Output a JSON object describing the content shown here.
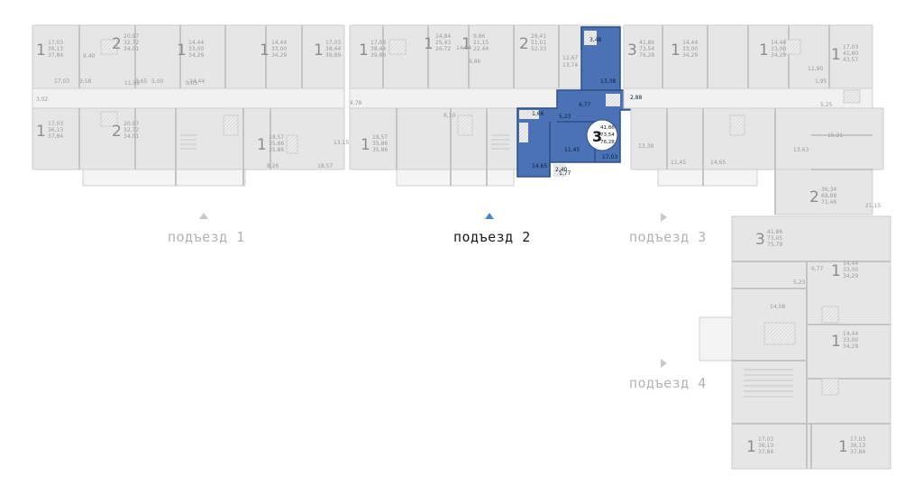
{
  "entrances": [
    {
      "label": "подъезд 1",
      "active": false
    },
    {
      "label": "подъезд 2",
      "active": true
    },
    {
      "label": "подъезд 3",
      "active": false
    },
    {
      "label": "подъезд 4",
      "active": false
    }
  ],
  "selected_apartment": {
    "rooms": "3",
    "living_area": "41,86",
    "area_1": "73,54",
    "area_2": "76,28",
    "room_areas": [
      "13,38",
      "6,77",
      "5,23",
      "14,65",
      "11,45",
      "17,03",
      "3,48",
      "2,40",
      "1,66",
      "2,88",
      "1,77"
    ],
    "color": "#4a72b5"
  },
  "apartments": [
    {
      "rooms": "1",
      "areas": [
        "17,03",
        "36,13",
        "37,84"
      ]
    },
    {
      "rooms": "2",
      "areas": [
        "20,97",
        "32,72",
        "34,01"
      ]
    },
    {
      "rooms": "1",
      "areas": [
        "14,44",
        "33,00",
        "34,29"
      ]
    },
    {
      "rooms": "1",
      "areas": [
        "14,44",
        "33,00",
        "34,29"
      ]
    },
    {
      "rooms": "1",
      "areas": [
        "17,03",
        "38,44",
        "39,89"
      ]
    },
    {
      "rooms": "1",
      "areas": [
        "17,03",
        "38,44",
        "39,89"
      ]
    },
    {
      "rooms": "1",
      "areas": [
        "14,84",
        "25,43",
        "26,72"
      ]
    },
    {
      "rooms": "1",
      "areas": [
        "9,86",
        "21,15",
        "22,44"
      ]
    },
    {
      "rooms": "2",
      "areas": [
        "26,41",
        "51,01",
        "52,33"
      ]
    },
    {
      "rooms": "3",
      "areas": [
        "41,86",
        "73,54",
        "76,28"
      ]
    },
    {
      "rooms": "1",
      "areas": [
        "14,44",
        "33,00",
        "34,29"
      ]
    },
    {
      "rooms": "1",
      "areas": [
        "14,44",
        "33,00",
        "34,29"
      ]
    },
    {
      "rooms": "1",
      "areas": [
        "17,03",
        "41,60",
        "43,57"
      ]
    },
    {
      "rooms": "1",
      "areas": [
        "17,03",
        "36,13",
        "37,84"
      ]
    },
    {
      "rooms": "2",
      "areas": [
        "20,97",
        "32,72",
        "34,01"
      ]
    },
    {
      "rooms": "1",
      "areas": [
        "18,57",
        "35,86",
        "35,86"
      ]
    },
    {
      "rooms": "1",
      "areas": [
        "18,57",
        "35,86",
        "35,86"
      ]
    },
    {
      "rooms": "2",
      "areas": [
        "36,34",
        "68,88",
        "71,46"
      ]
    },
    {
      "rooms": "3",
      "areas": [
        "41,86",
        "73,05",
        "75,79"
      ]
    },
    {
      "rooms": "1",
      "areas": [
        "14,44",
        "33,00",
        "34,29"
      ]
    },
    {
      "rooms": "1",
      "areas": [
        "14,44",
        "33,00",
        "34,29"
      ]
    },
    {
      "rooms": "1",
      "areas": [
        "17,03",
        "36,13",
        "37,84"
      ]
    },
    {
      "rooms": "1",
      "areas": [
        "17,03",
        "36,13",
        "37,84"
      ]
    }
  ],
  "room_labels": [
    "9,40",
    "11,92",
    "9,05",
    "17,03",
    "3,58",
    "3,02",
    "3,65",
    "5,00",
    "14,44",
    "12,67",
    "14,84",
    "9,86",
    "4,78",
    "6,10",
    "13,15",
    "8,26",
    "18,57",
    "13,74",
    "12,90",
    "1,95",
    "5,25",
    "13,38",
    "11,45",
    "14,65",
    "15,21",
    "13,63",
    "21,15",
    "14,08",
    "6,77",
    "5,23"
  ]
}
